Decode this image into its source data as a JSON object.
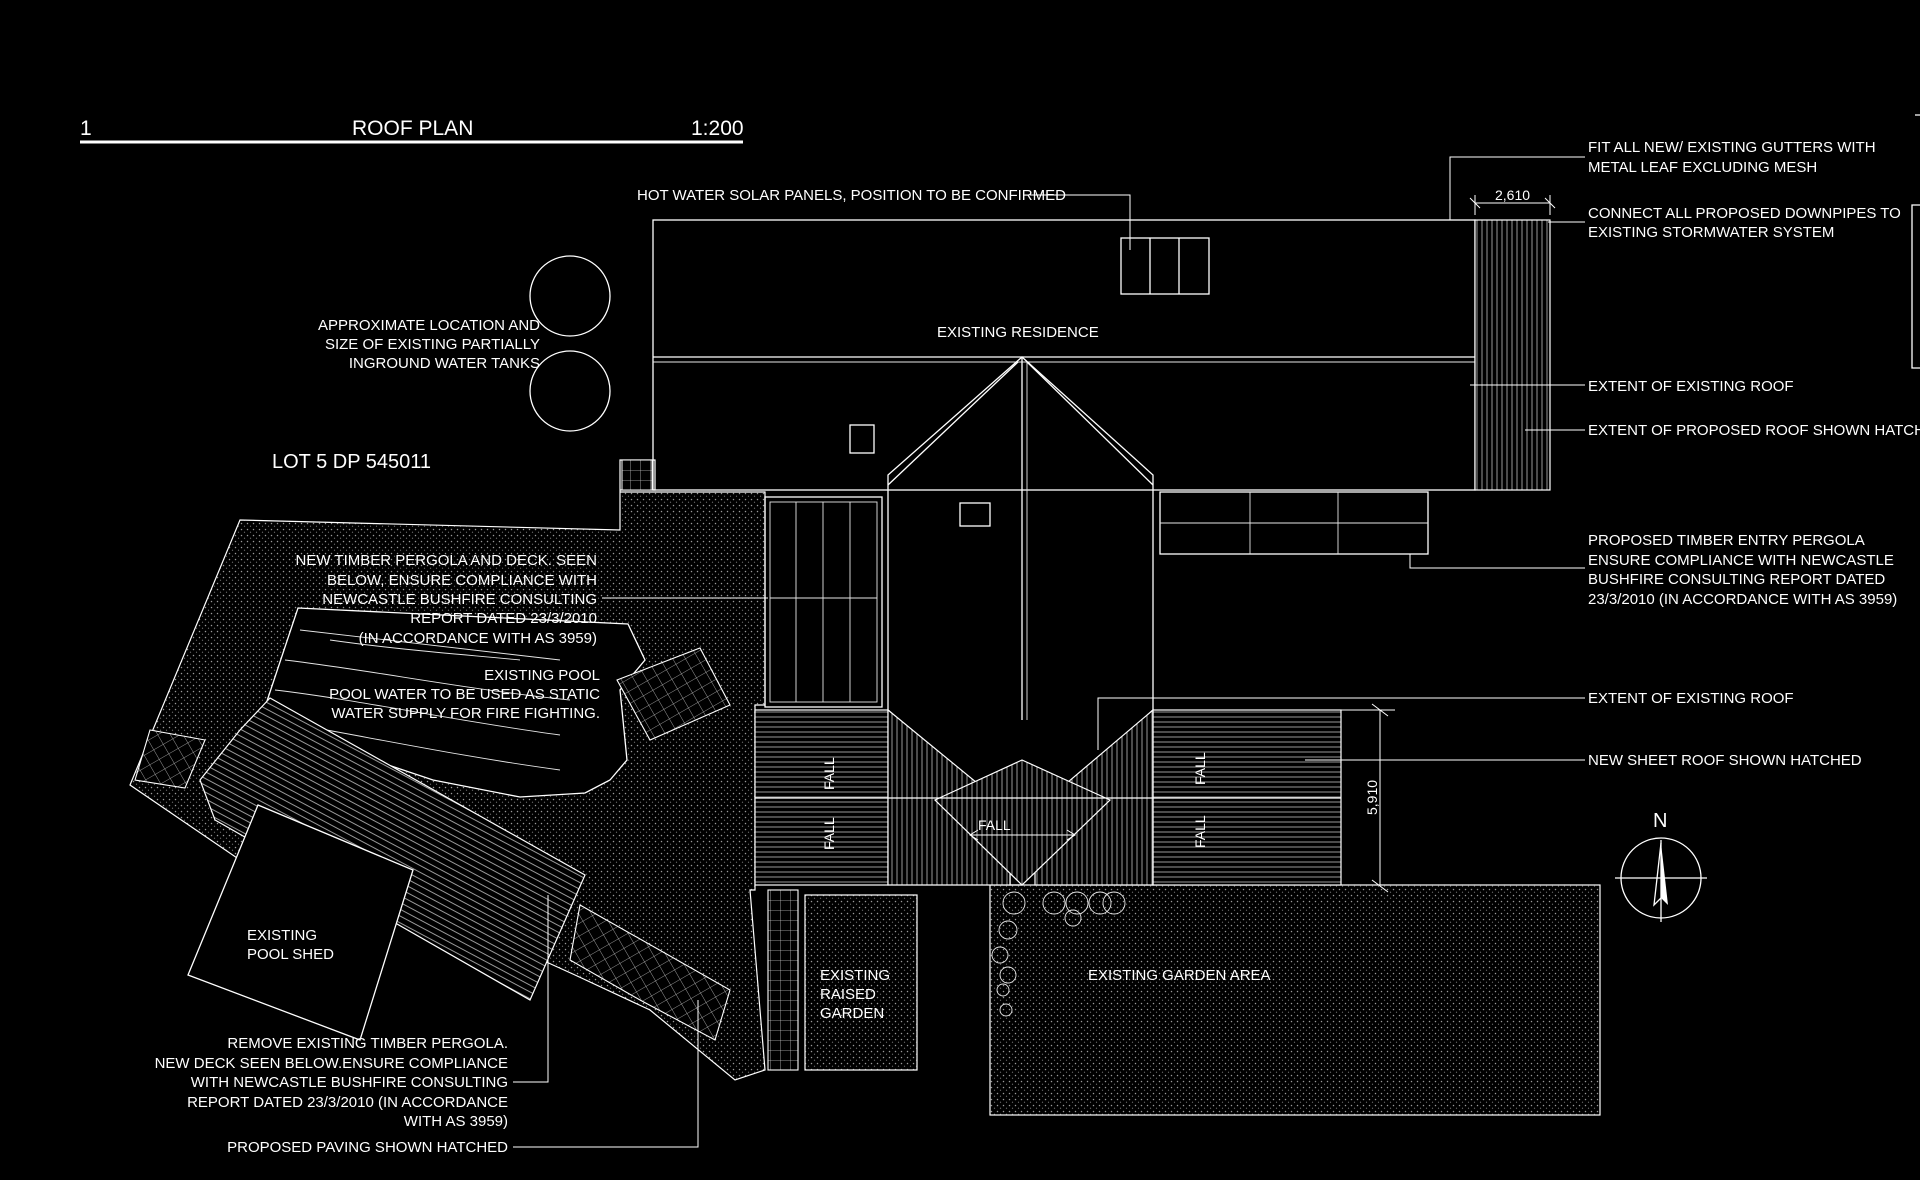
{
  "title": {
    "number": "1",
    "name": "ROOF PLAN",
    "scale": "1:200"
  },
  "lot": "LOT 5 DP 545011",
  "north": "N",
  "dimensions": {
    "gutter_offset": "2,610",
    "rear_roof": "5,910"
  },
  "fall_labels": [
    "FALL",
    "FALL",
    "FALL",
    "FALL",
    "FALL"
  ],
  "notes": {
    "solar": [
      "HOT WATER SOLAR PANELS, POSITION TO BE CONFIRMED"
    ],
    "gutters": [
      "FIT ALL NEW/ EXISTING GUTTERS WITH",
      "METAL LEAF EXCLUDING MESH"
    ],
    "downpipes": [
      "CONNECT ALL PROPOSED DOWNPIPES TO",
      "EXISTING STORMWATER SYSTEM"
    ],
    "existing_roof_1": [
      "EXTENT OF EXISTING ROOF"
    ],
    "proposed_roof": [
      "EXTENT OF PROPOSED ROOF SHOWN HATCHED"
    ],
    "entry_pergola": [
      "PROPOSED TIMBER ENTRY PERGOLA",
      "ENSURE COMPLIANCE WITH NEWCASTLE",
      "BUSHFIRE CONSULTING REPORT DATED",
      "23/3/2010 (IN ACCORDANCE WITH AS 3959)"
    ],
    "existing_roof_2": [
      "EXTENT OF EXISTING ROOF"
    ],
    "sheet_roof": [
      "NEW SHEET ROOF SHOWN HATCHED"
    ],
    "water_tanks": [
      "APPROXIMATE LOCATION AND",
      "SIZE OF EXISTING PARTIALLY",
      "INGROUND WATER TANKS"
    ],
    "pergola_deck": [
      "NEW TIMBER PERGOLA AND DECK. SEEN",
      "BELOW, ENSURE COMPLIANCE WITH",
      "NEWCASTLE BUSHFIRE CONSULTING",
      "REPORT DATED 23/3/2010",
      "(IN ACCORDANCE WITH AS 3959)"
    ],
    "pool": [
      "EXISTING POOL",
      "POOL WATER TO BE USED AS STATIC",
      "WATER SUPPLY FOR FIRE FIGHTING."
    ],
    "remove_pergola": [
      "REMOVE EXISTING TIMBER PERGOLA.",
      "NEW DECK SEEN BELOW.ENSURE COMPLIANCE",
      "WITH  NEWCASTLE BUSHFIRE CONSULTING",
      "REPORT DATED 23/3/2010  (IN ACCORDANCE",
      "WITH AS 3959)"
    ],
    "paving": [
      "PROPOSED PAVING SHOWN HATCHED"
    ]
  },
  "areas": {
    "residence": [
      "EXISTING RESIDENCE"
    ],
    "pool_shed": [
      "EXISTING",
      "POOL SHED"
    ],
    "raised_garden": [
      "EXISTING",
      "RAISED",
      "GARDEN"
    ],
    "garden": [
      "EXISTING GARDEN AREA"
    ]
  }
}
